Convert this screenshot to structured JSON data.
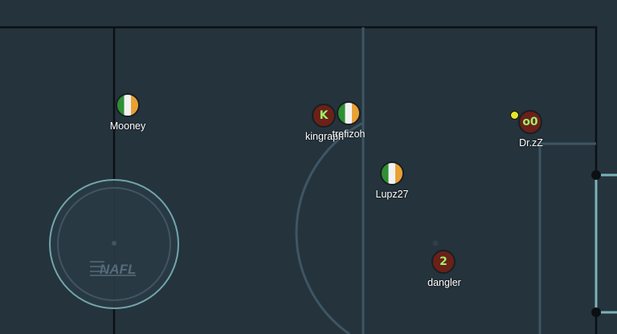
{
  "logo": {
    "text": "NAFL"
  },
  "players": [
    {
      "id": "mooney",
      "name": "Mooney",
      "team": "green",
      "avatar": ""
    },
    {
      "id": "kingraph",
      "name": "kingraph",
      "team": "red",
      "avatar": "K"
    },
    {
      "id": "trefizoh",
      "name": "trefizoh",
      "team": "green",
      "avatar": ""
    },
    {
      "id": "drzz",
      "name": "Dr.zZ",
      "team": "red",
      "avatar": "o0"
    },
    {
      "id": "lupz27",
      "name": "Lupz27",
      "team": "green",
      "avatar": ""
    },
    {
      "id": "dangler",
      "name": "dangler",
      "team": "red",
      "avatar": "2"
    }
  ],
  "colors": {
    "field": "#25333d",
    "lines": "#3e5663",
    "walls": "#0c1014",
    "goal": "#7ab3b8",
    "team_red": "#6b2018",
    "team_green_flag": [
      "#2f8f33",
      "#f2f2f2",
      "#e9a034"
    ],
    "ball": "#e6e628"
  }
}
